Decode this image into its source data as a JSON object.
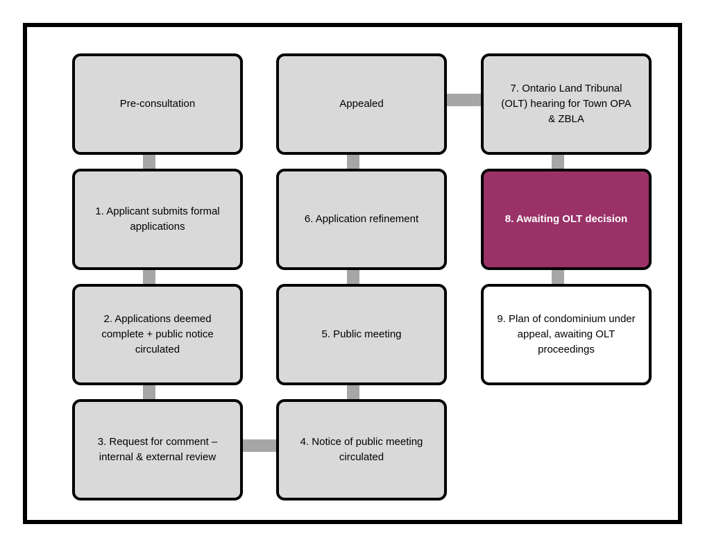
{
  "colors": {
    "box_fill": "#d9d9d9",
    "accent_fill": "#9a3268",
    "white_fill": "#ffffff",
    "border": "#000000",
    "connector": "#a6a6a6",
    "text": "#000000",
    "accent_text": "#ffffff"
  },
  "boxes": [
    {
      "label": "Pre-consultation",
      "fill": "gray"
    },
    {
      "label": "1. Applicant submits formal applications",
      "fill": "gray"
    },
    {
      "label": "2. Applications deemed complete + public notice circulated",
      "fill": "gray"
    },
    {
      "label": "3. Request for comment – internal & external review",
      "fill": "gray"
    },
    {
      "label": "Appealed",
      "fill": "gray"
    },
    {
      "label": "6. Application refinement",
      "fill": "gray"
    },
    {
      "label": "5. Public meeting",
      "fill": "gray"
    },
    {
      "label": "4. Notice of public meeting circulated",
      "fill": "gray"
    },
    {
      "label": "7. Ontario Land Tribunal (OLT) hearing for Town OPA & ZBLA",
      "fill": "gray"
    },
    {
      "label": "8. Awaiting OLT decision",
      "fill": "accent"
    },
    {
      "label": "9. Plan of condominium under appeal, awaiting OLT proceedings",
      "fill": "white"
    }
  ]
}
